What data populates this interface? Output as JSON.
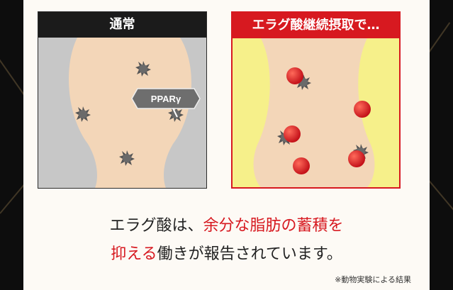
{
  "left_panel": {
    "title": "通常",
    "receptor_label": "PPARγ"
  },
  "right_panel": {
    "title": "エラグ酸継続摂取で…"
  },
  "description": {
    "line1_a": "エラグ酸は、",
    "line1_b": "余分な脂肪の蓄積を",
    "line2_a": "抑える",
    "line2_b": "働きが報告されています。"
  },
  "note": "※動物実験による結果",
  "colors": {
    "accent_red": "#d71920",
    "skin": "#f3d6b8",
    "fat_yellow": "#f6f08a",
    "header_dark": "#1b1b1b"
  }
}
